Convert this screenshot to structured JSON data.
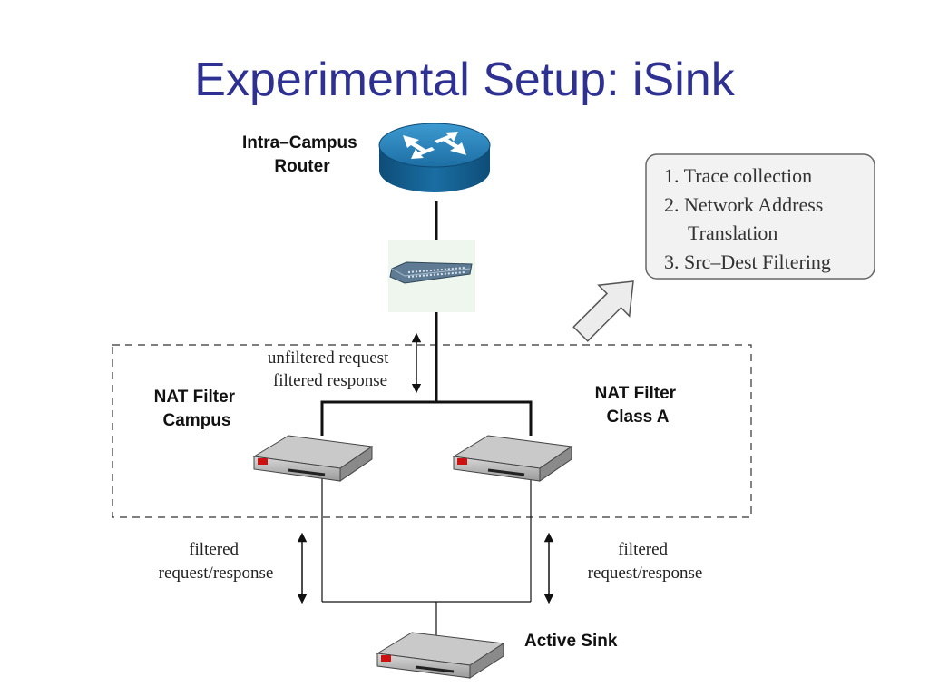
{
  "slide": {
    "title": "Experimental Setup: iSink"
  },
  "diagram": {
    "router": {
      "line1": "Intra–Campus",
      "line2": "Router"
    },
    "nat_campus": {
      "line1": "NAT Filter",
      "line2": "Campus"
    },
    "nat_classa": {
      "line1": "NAT Filter",
      "line2": "Class A"
    },
    "top_flow": {
      "line1": "unfiltered request",
      "line2": "filtered response"
    },
    "left_flow": {
      "line1": "filtered",
      "line2": "request/response"
    },
    "right_flow": {
      "line1": "filtered",
      "line2": "request/response"
    },
    "active_sink": "Active Sink",
    "steps": {
      "item1": "1. Trace collection",
      "item2a": "2. Network Address",
      "item2b": "Translation",
      "item3": "3. Src–Dest Filtering"
    }
  }
}
